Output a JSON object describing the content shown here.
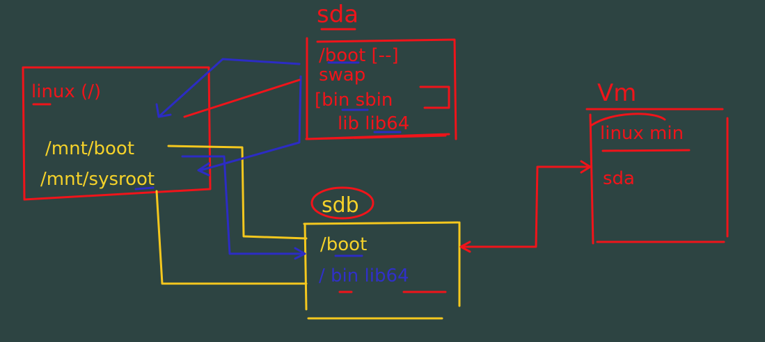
{
  "colors": {
    "board": "#2d4442",
    "red": "#f0141a",
    "yellow": "#f5d22a",
    "blue": "#2c2cc4"
  },
  "host": {
    "title": "linux (/)",
    "mount_boot": "/mnt/boot",
    "mount_sysroot": "/mnt/sysroot"
  },
  "sda": {
    "title": "sda",
    "lines": [
      "/boot [--]",
      "swap",
      "[bin sbin",
      "lib lib64"
    ]
  },
  "sdb": {
    "title": "sdb",
    "lines": [
      "/boot",
      "/ bin lib64"
    ]
  },
  "vm": {
    "title": "Vm",
    "lines": [
      "linux min",
      "sda"
    ]
  }
}
